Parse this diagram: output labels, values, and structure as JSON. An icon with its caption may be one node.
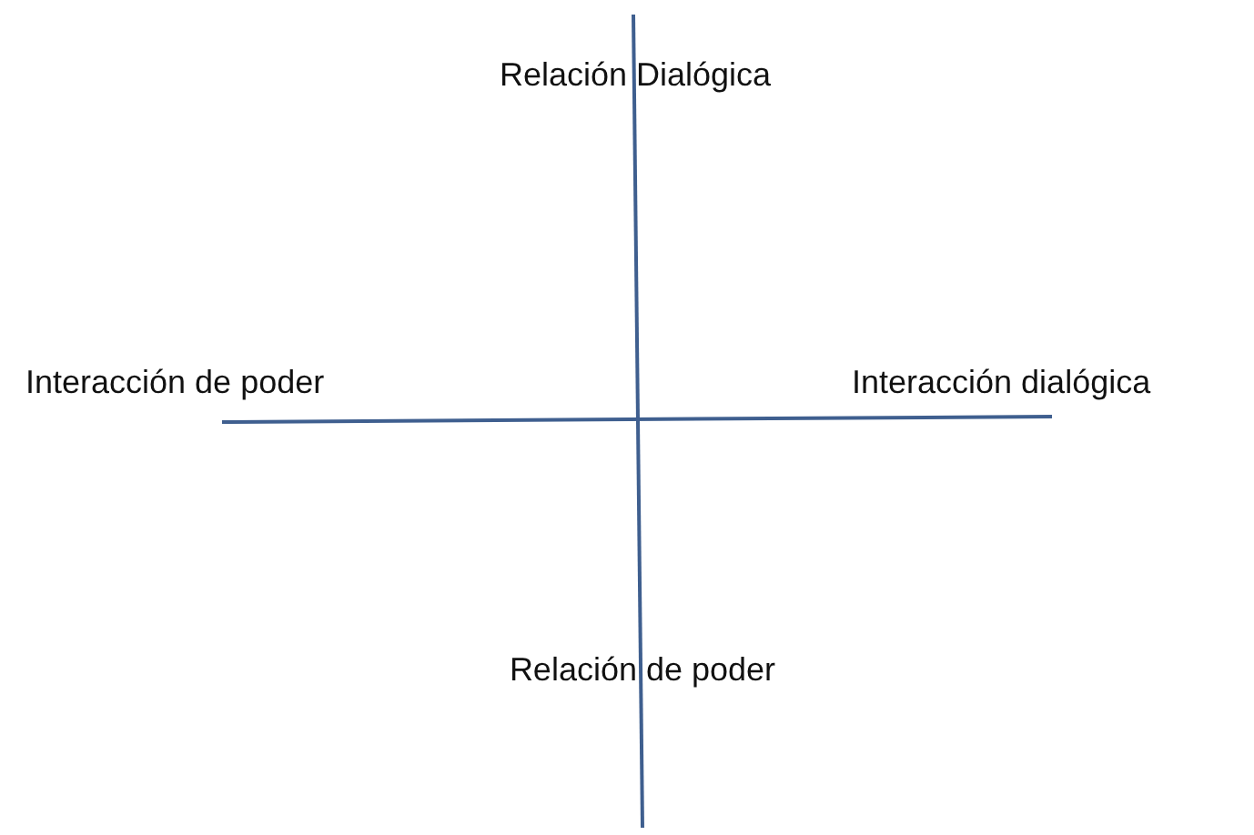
{
  "diagram": {
    "labels": [
      "Relación Dialógica",
      "Interacción de poder",
      "Interacción dialógica",
      "Relación de poder"
    ]
  }
}
